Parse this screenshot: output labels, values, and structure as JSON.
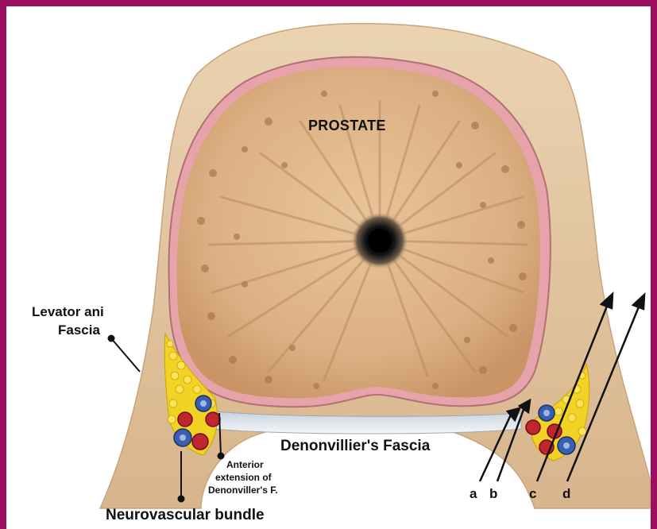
{
  "labels": {
    "prostate": "PROSTATE",
    "levator_line1": "Levator ani",
    "levator_line2": "Fascia",
    "denonvillier": "Denonvillier's Fascia",
    "anterior_line1": "Anterior",
    "anterior_line2": "extension of",
    "anterior_line3": "Denonviller's F.",
    "neurovascular": "Neurovascular bundle",
    "plane_a": "a",
    "plane_b": "b",
    "plane_c": "c",
    "plane_d": "d"
  },
  "colors": {
    "frame": "#9c0f5f",
    "prostate": "#deb487",
    "capsule": "#e9a6ad",
    "fascia": "#dfc29b",
    "vein": "#3a5fb0",
    "artery": "#c0262d",
    "fat": "#f2d224"
  }
}
